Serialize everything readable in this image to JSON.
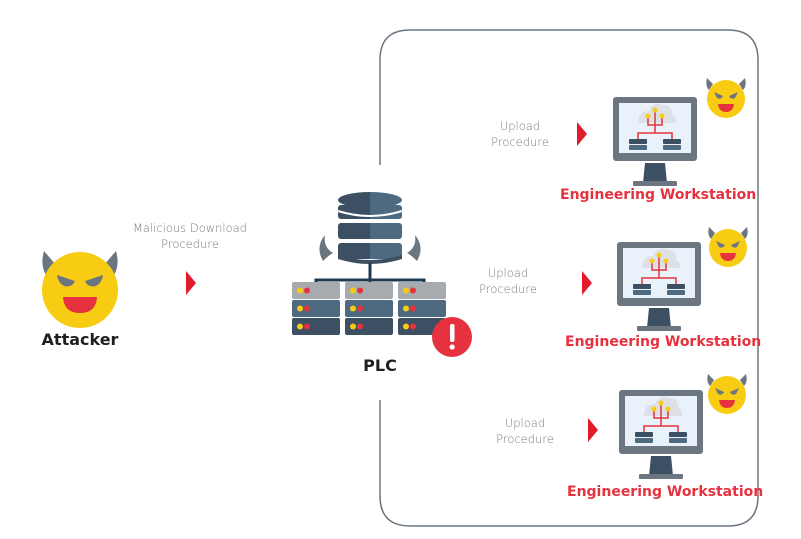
{
  "attacker": {
    "label": "Attacker",
    "icon": "devil-face-icon"
  },
  "download": {
    "label_line1": "Malicious Download",
    "label_line2": "Procedure"
  },
  "plc": {
    "label": "PLC",
    "icon": "server-database-icon",
    "alert_icon": "exclamation-alert-icon"
  },
  "workstations": [
    {
      "label": "Engineering Workstation",
      "upload_line1": "Upload",
      "upload_line2": "Procedure"
    },
    {
      "label": "Engineering Workstation",
      "upload_line1": "Upload",
      "upload_line2": "Procedure"
    },
    {
      "label": "Engineering Workstation",
      "upload_line1": "Upload",
      "upload_line2": "Procedure"
    }
  ],
  "colors": {
    "accent_red": "#e5323e",
    "arrow_red": "#e01b2a",
    "face_yellow": "#f8cc12",
    "horn_gray": "#6b7680",
    "slate_dark": "#3d4f63",
    "slate_mid": "#4e6a80",
    "border_gray": "#6b7680"
  }
}
